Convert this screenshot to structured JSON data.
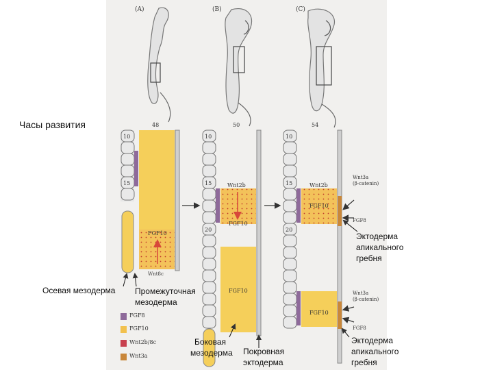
{
  "stage_labels": [
    "(A)",
    "(B)",
    "(C)"
  ],
  "hours": [
    "48",
    "50",
    "54"
  ],
  "dev_clock_label": "Часы развития",
  "somite_numbers": {
    "s10": "10",
    "s15": "15",
    "s20": "20"
  },
  "gene_labels": {
    "fgf10": "FGF10",
    "wnt8c": "Wnt8c",
    "wnt2b": "Wnt2b",
    "wnt3a_line1": "Wnt3a",
    "wnt3a_line2": "(β-catenin)",
    "fgf8": "FGF8"
  },
  "annotations": {
    "axial": "Осевая мезодерма",
    "intermediate_line1": "Промежуточная",
    "intermediate_line2": "мезодерма",
    "lateral_line1": "Боковая",
    "lateral_line2": "мезодерма",
    "surface_line1": "Покровная",
    "surface_line2": "эктодерма",
    "aer_top_line1": "Эктодерма",
    "aer_top_line2": "апикального",
    "aer_top_line3": "гребня",
    "aer_bottom_line1": "Эктодерма",
    "aer_bottom_line2": "апикального",
    "aer_bottom_line3": "гребня"
  },
  "legend": [
    {
      "label": "FGF8",
      "color": "#8e6a9a"
    },
    {
      "label": "FGF10",
      "color": "#f2c14e"
    },
    {
      "label": "Wnt2b/8c",
      "color": "#c8414f"
    },
    {
      "label": "Wnt3a",
      "color": "#c9873a"
    }
  ],
  "colors": {
    "yellow": "#f5cf5a",
    "purple": "#8e6a9a",
    "red": "#d8483a",
    "orange": "#c9873a"
  }
}
